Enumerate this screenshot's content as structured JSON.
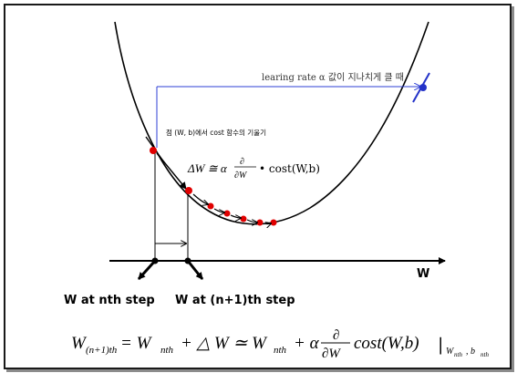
{
  "axis": {
    "x_label": "W"
  },
  "annotations": {
    "large_lr": "learing rate α 값이 지나치게 클 때",
    "slope_point": "점 (W, b)에서 cost 함수의 기울기",
    "delta_lhs": "ΔW ≅ α",
    "delta_num": "∂",
    "delta_den": "∂W",
    "delta_rhs": "• cost(W,b)"
  },
  "steps": {
    "nth": "W at nth step",
    "n1th": "W at (n+1)th step"
  },
  "formula": {
    "lhs_W": "W",
    "lhs_sub": "(n+1)th",
    "eq1": "= W",
    "sub1": "nth",
    "plus_delta": "+ △ W ≃ W",
    "sub2": "nth",
    "plus_alpha": "+ α",
    "frac_num": "∂",
    "frac_den": "∂W",
    "cost": "cost(W,b)",
    "eval_bar": "|",
    "eval_sub": "W",
    "eval_sub_nth": "nth",
    "eval_sub_b": ", b",
    "eval_sub_bnth": "nth"
  },
  "colors": {
    "curve": "#000000",
    "point": "#e00000",
    "blue_line": "#2d3fd6",
    "blue_point": "#2332c8",
    "axis": "#000000"
  }
}
